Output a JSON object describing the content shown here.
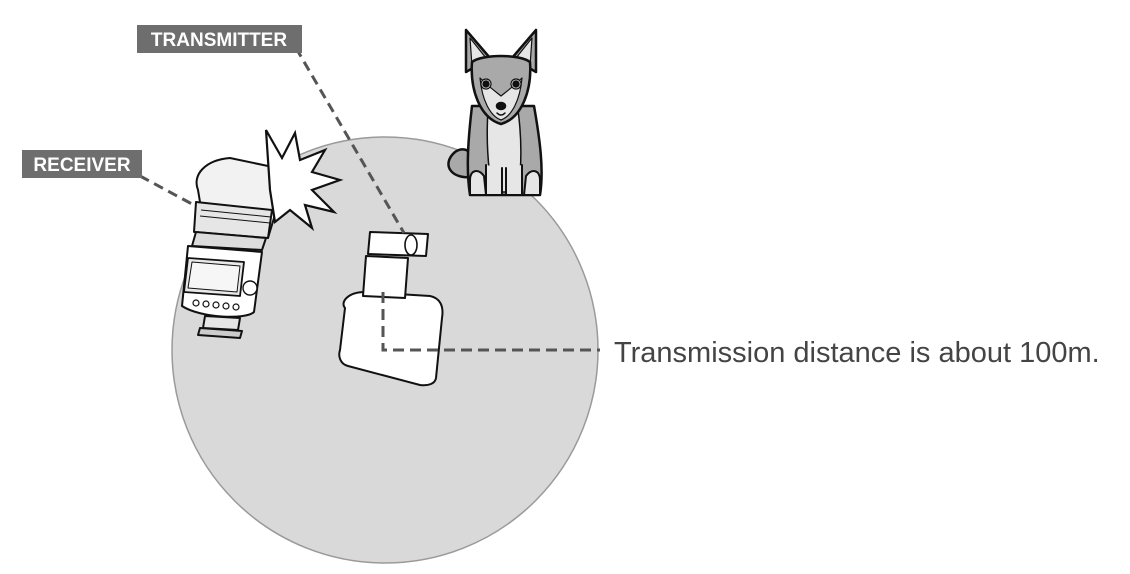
{
  "labels": {
    "transmitter": "TRANSMITTER",
    "receiver": "RECEIVER",
    "distance": "Transmission distance is about 100m."
  },
  "colors": {
    "range_fill": "#d9d9d9",
    "range_stroke": "#9a9a9a",
    "label_bg": "#6e6e6e",
    "label_text": "#ffffff",
    "leader_line": "#555555",
    "caption_text": "#444444",
    "dog_fur": "#a9a9a9",
    "dog_light": "#e6e6e6"
  },
  "icons": {
    "transmitter": "flash-transmitter-icon",
    "receiver": "speedlite-flash-icon",
    "flash_burst": "flash-burst-icon",
    "subject": "dog-icon"
  }
}
